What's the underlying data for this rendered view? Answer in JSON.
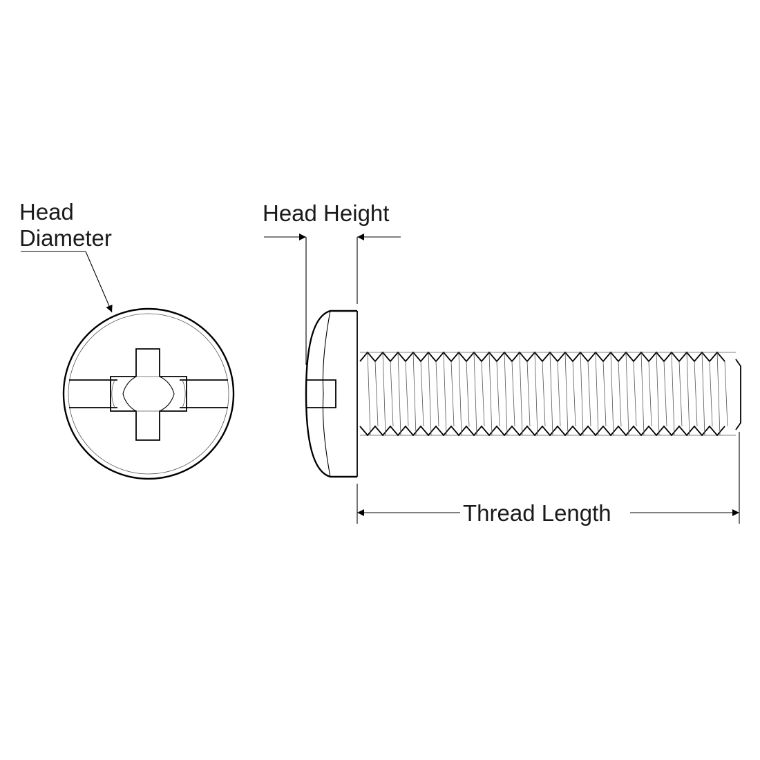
{
  "labels": {
    "head_diameter_line1": "Head",
    "head_diameter_line2": "Diameter",
    "head_height": "Head Height",
    "thread_length": "Thread Length"
  },
  "colors": {
    "line": "#000000",
    "text": "#1a1a1a",
    "background": "#ffffff"
  },
  "icons": {
    "drive": "combo-phillips-slotted-icon"
  }
}
